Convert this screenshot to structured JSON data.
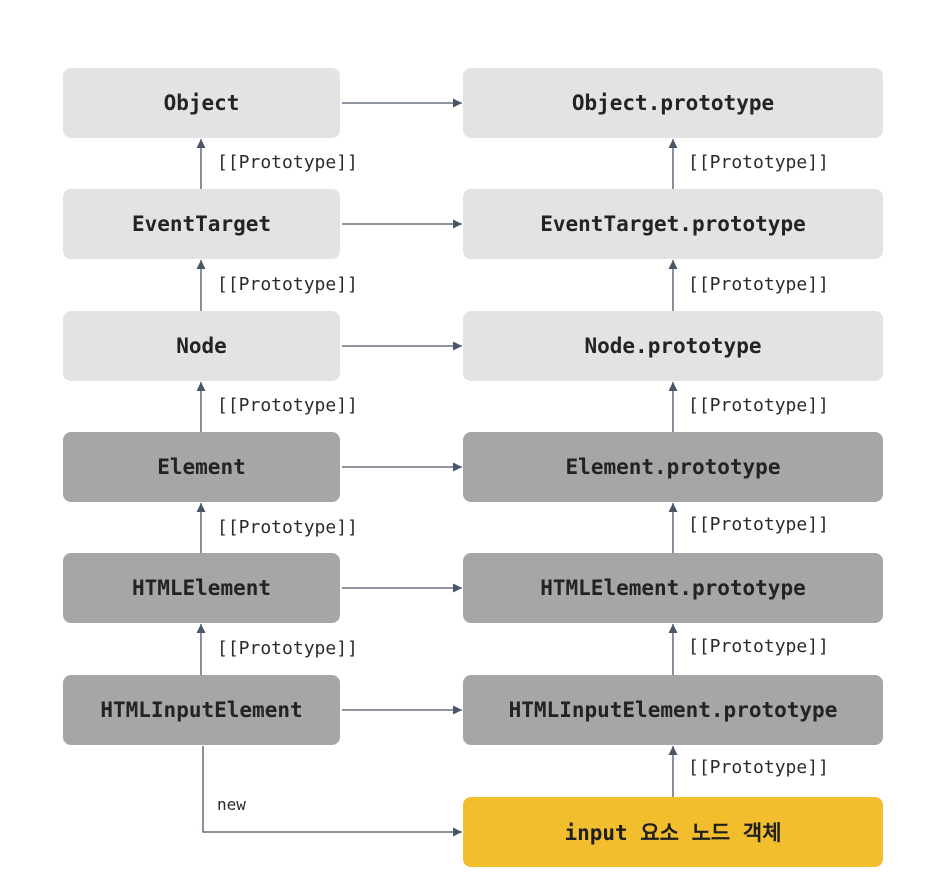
{
  "left_nodes": [
    {
      "label": "Object",
      "shade": "light"
    },
    {
      "label": "EventTarget",
      "shade": "light"
    },
    {
      "label": "Node",
      "shade": "light"
    },
    {
      "label": "Element",
      "shade": "dark"
    },
    {
      "label": "HTMLElement",
      "shade": "dark"
    },
    {
      "label": "HTMLInputElement",
      "shade": "dark"
    }
  ],
  "right_nodes": [
    {
      "label": "Object.prototype",
      "shade": "light"
    },
    {
      "label": "EventTarget.prototype",
      "shade": "light"
    },
    {
      "label": "Node.prototype",
      "shade": "light"
    },
    {
      "label": "Element.prototype",
      "shade": "dark"
    },
    {
      "label": "HTMLElement.prototype",
      "shade": "dark"
    },
    {
      "label": "HTMLInputElement.prototype",
      "shade": "dark"
    },
    {
      "label": "input 요소 노드 객체",
      "shade": "yellow"
    }
  ],
  "edge_label": "[[Prototype]]",
  "new_label": "new",
  "colors": {
    "light": "#e3e3e3",
    "dark": "#a6a6a6",
    "highlight": "#f2be2e",
    "arrow": "#4a5568"
  }
}
